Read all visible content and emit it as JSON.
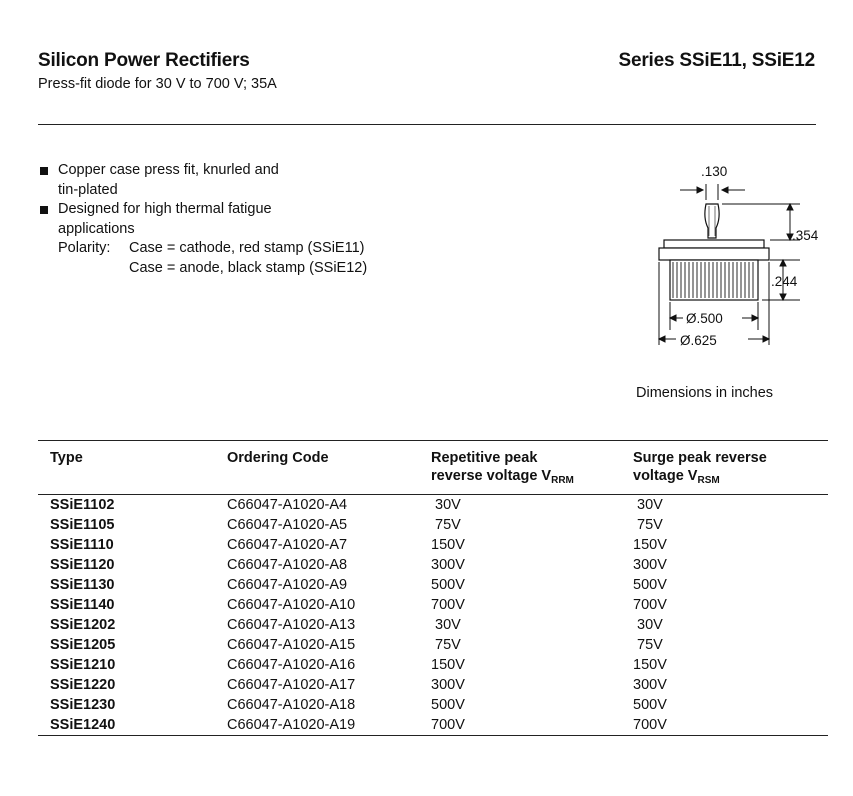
{
  "header": {
    "title": "Silicon Power Rectifiers",
    "subtitle": "Press-fit diode for 30 V to 700 V; 35A",
    "series": "Series SSiE11, SSiE12"
  },
  "features": [
    {
      "text": "Copper case press fit, knurled and",
      "cont": "tin-plated"
    },
    {
      "text": "Designed for high thermal fatigue",
      "cont": "applications"
    }
  ],
  "polarity": {
    "label": "Polarity:",
    "line1": "Case = cathode, red stamp (SSiE11)",
    "line2": "Case = anode, black stamp (SSiE12)"
  },
  "drawing": {
    "dim_130": ".130",
    "dim_354": ".354",
    "dim_244": ".244",
    "dim_500": "Ø.500",
    "dim_625": "Ø.625",
    "note": "Dimensions in inches"
  },
  "table": {
    "headers": {
      "type": "Type",
      "ordering_code": "Ordering Code",
      "vrrm_line1": "Repetitive peak",
      "vrrm_line2": "reverse voltage V",
      "vrrm_sub": "RRM",
      "vrsm_line1": "Surge peak reverse",
      "vrsm_line2": "voltage V",
      "vrsm_sub": "RSM"
    },
    "rows": [
      {
        "type": "SSiE1102",
        "code": "C66047-A1020-A4",
        "vrrm": " 30V",
        "vrsm": " 30V"
      },
      {
        "type": "SSiE1105",
        "code": "C66047-A1020-A5",
        "vrrm": " 75V",
        "vrsm": " 75V"
      },
      {
        "type": "SSiE1110",
        "code": "C66047-A1020-A7",
        "vrrm": "150V",
        "vrsm": "150V"
      },
      {
        "type": "SSiE1120",
        "code": "C66047-A1020-A8",
        "vrrm": "300V",
        "vrsm": "300V"
      },
      {
        "type": "SSiE1130",
        "code": "C66047-A1020-A9",
        "vrrm": "500V",
        "vrsm": "500V"
      },
      {
        "type": "SSiE1140",
        "code": "C66047-A1020-A10",
        "vrrm": "700V",
        "vrsm": "700V"
      },
      {
        "type": "SSiE1202",
        "code": "C66047-A1020-A13",
        "vrrm": " 30V",
        "vrsm": " 30V"
      },
      {
        "type": "SSiE1205",
        "code": "C66047-A1020-A15",
        "vrrm": " 75V",
        "vrsm": " 75V"
      },
      {
        "type": "SSiE1210",
        "code": "C66047-A1020-A16",
        "vrrm": "150V",
        "vrsm": "150V"
      },
      {
        "type": "SSiE1220",
        "code": "C66047-A1020-A17",
        "vrrm": "300V",
        "vrsm": "300V"
      },
      {
        "type": "SSiE1230",
        "code": "C66047-A1020-A18",
        "vrrm": "500V",
        "vrsm": "500V"
      },
      {
        "type": "SSiE1240",
        "code": "C66047-A1020-A19",
        "vrrm": "700V",
        "vrsm": "700V"
      }
    ]
  }
}
